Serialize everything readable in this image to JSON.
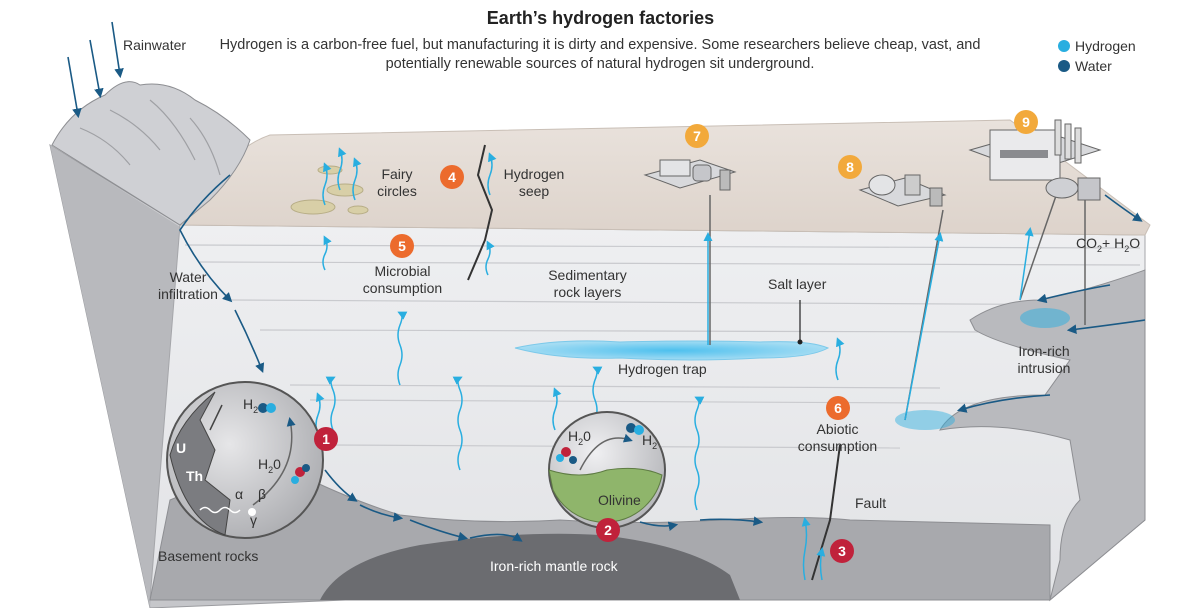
{
  "title": "Earth’s hydrogen factories",
  "subtitle": "Hydrogen is a carbon-free fuel, but manufacturing it is dirty and expensive. Some researchers believe cheap, vast, and potentially renewable sources of natural hydrogen sit underground.",
  "legend": [
    {
      "label": "Hydrogen",
      "color": "#29aee0"
    },
    {
      "label": "Water",
      "color": "#1a5a85"
    }
  ],
  "labels": {
    "rainwater": "Rainwater",
    "water_infiltration_1": "Water",
    "water_infiltration_2": "infiltration",
    "fairy_circles_1": "Fairy",
    "fairy_circles_2": "circles",
    "hydrogen_seep_1": "Hydrogen",
    "hydrogen_seep_2": "seep",
    "microbial_1": "Microbial",
    "microbial_2": "consumption",
    "sedimentary_1": "Sedimentary",
    "sedimentary_2": "rock layers",
    "salt_layer": "Salt layer",
    "hydrogen_trap": "Hydrogen trap",
    "co2_h2o_a": "CO",
    "co2_h2o_b": "2",
    "co2_h2o_c": "+ H",
    "co2_h2o_d": "2",
    "co2_h2o_e": "O",
    "iron_intrusion_1": "Iron-rich",
    "iron_intrusion_2": "intrusion",
    "abiotic_1": "Abiotic",
    "abiotic_2": "consumption",
    "fault": "Fault",
    "basement_rocks": "Basement rocks",
    "mantle_rock": "Iron-rich mantle rock",
    "olivine": "Olivine",
    "u": "U",
    "th": "Th",
    "alpha": "α",
    "beta": "β",
    "gamma": "γ",
    "h2_a": "H",
    "h2_b": "2",
    "h2o_a": "H",
    "h2o_b": "2",
    "h2o_c": "0",
    "ol_h2o_a": "H",
    "ol_h2o_b": "2",
    "ol_h2o_c": "0",
    "ol_h2_a": "H",
    "ol_h2_b": "2"
  },
  "badges": [
    "1",
    "2",
    "3",
    "4",
    "5",
    "6",
    "7",
    "8",
    "9"
  ],
  "colors": {
    "hydrogen": "#29aee0",
    "water": "#1a5a85",
    "red_badge": "#c0223b",
    "orange_badge": "#ec6b2d",
    "yellow_badge": "#f2a93b"
  }
}
